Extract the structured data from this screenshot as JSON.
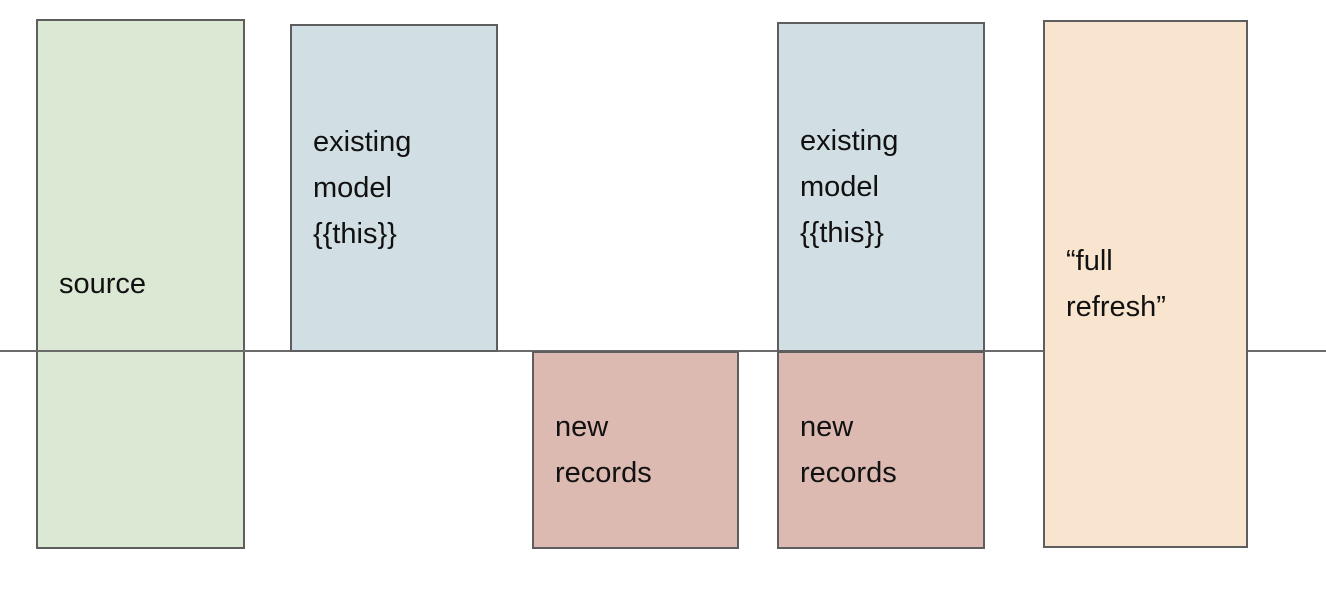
{
  "colors": {
    "green": "#dbe8d4",
    "blue": "#d1dee3",
    "red": "#dcb9b1",
    "orange": "#f9e5cf",
    "line": "#6b6b6b",
    "border": "#5e5e5e",
    "text": "#111111",
    "background": "#ffffff"
  },
  "boxes": {
    "source": {
      "label": "source"
    },
    "existing_model_1": {
      "label": "existing\nmodel\n{{this}}"
    },
    "new_records_1": {
      "label": "new\nrecords"
    },
    "existing_model_2": {
      "label": "existing\nmodel\n{{this}}"
    },
    "new_records_2": {
      "label": "new\nrecords"
    },
    "full_refresh": {
      "label": "“full\nrefresh”"
    }
  }
}
